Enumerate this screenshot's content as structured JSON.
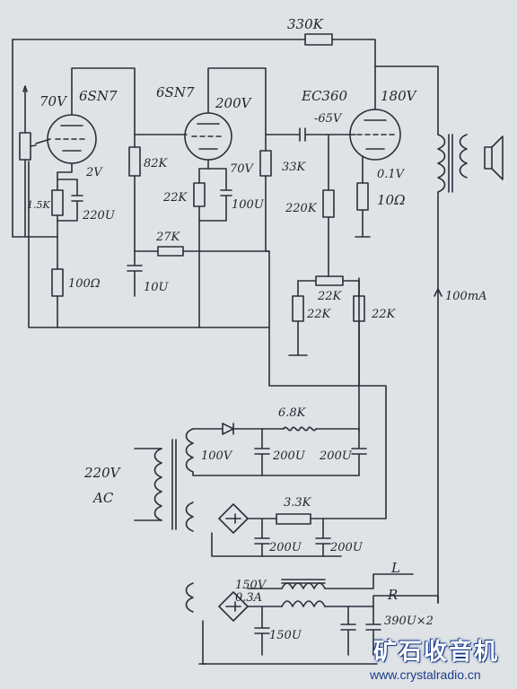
{
  "labels": {
    "r_top": "330K",
    "v1_voltage": "70V",
    "v1_tube": "6SN7",
    "v2_tube": "6SN7",
    "v2_voltage": "200V",
    "v3_tube": "EC360",
    "v3_voltage": "180V",
    "v3_grid": "-65V",
    "v1_cathode_v": "2V",
    "r_1k5": "1.5K",
    "c_220u": "220U",
    "r_82k": "82K",
    "v2_cathode_v": "70V",
    "r_22k_a": "22K",
    "c_100u": "100U",
    "r_33k": "33K",
    "r_220k": "220K",
    "v3_cathode_v": "0.1V",
    "r_10ohm": "10Ω",
    "r_27k": "27K",
    "c_10u": "10U",
    "r_100ohm": "100Ω",
    "r_22k_pot": "22K",
    "r_22k_b": "22K",
    "r_22k_c": "22K",
    "current_100ma": "100mA",
    "r_6k8": "6.8K",
    "v_100v": "100V",
    "c_200u_a": "200U",
    "c_200u_b": "200U",
    "mains_v": "220V",
    "mains_ac": "AC",
    "r_3k3": "3.3K",
    "c_200u_c": "200U",
    "c_200u_d": "200U",
    "v_150v": "150V",
    "i_03a": "0.3A",
    "c_150u": "150U",
    "c_390u": "390U×2",
    "ch_L": "L",
    "ch_R": "R"
  },
  "watermark": {
    "cn": "矿石收音机",
    "url": "www.crystalradio.cn"
  }
}
